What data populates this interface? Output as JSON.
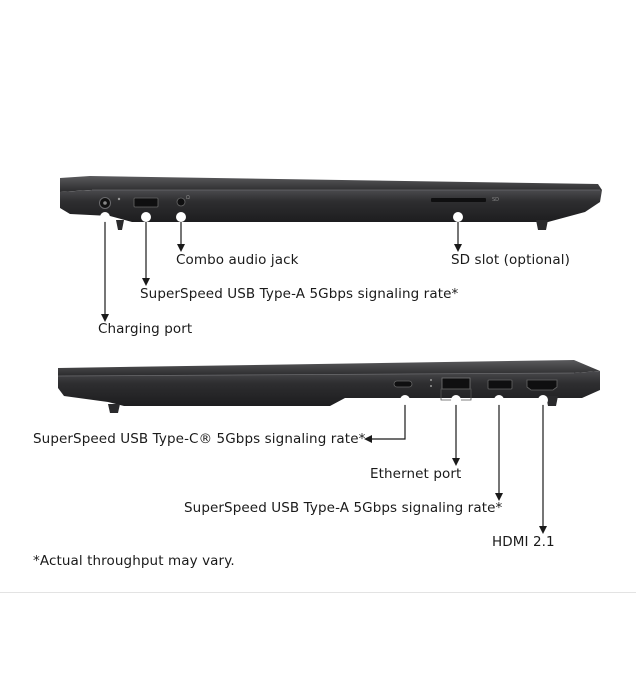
{
  "laptop_left_view": {
    "callouts": {
      "charging_port": "Charging port",
      "usb_a_left": "SuperSpeed USB Type-A 5Gbps signaling rate*",
      "combo_audio": "Combo audio jack",
      "sd_slot": "SD slot (optional)"
    }
  },
  "laptop_right_view": {
    "callouts": {
      "usb_c": "SuperSpeed USB Type-C® 5Gbps signaling rate*",
      "ethernet": "Ethernet port",
      "usb_a_right": "SuperSpeed USB Type-A 5Gbps signaling rate*",
      "hdmi": "HDMI 2.1"
    }
  },
  "footnote": "*Actual throughput may vary.",
  "colors": {
    "chassis": "#2b2b2d",
    "chassis_edge": "#505053",
    "port": "#0f0f10",
    "line": "#1a1a1a"
  }
}
